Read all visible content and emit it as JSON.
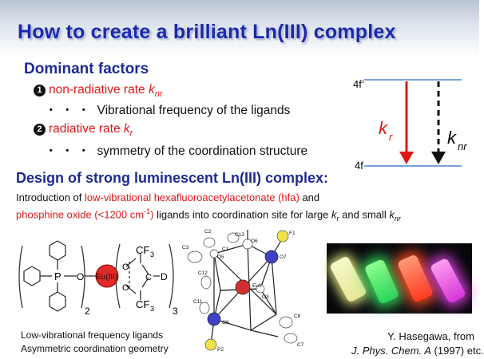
{
  "title": "How to create a brilliant Ln(III)  complex",
  "dominant": {
    "heading": "Dominant factors",
    "factor1": {
      "marker": "1",
      "label": "non-radiative rate ",
      "sym": "k",
      "sub": "nr",
      "dots": "・・・",
      "desc": "Vibrational frequency of the ligands"
    },
    "factor2": {
      "marker": "2",
      "label": "radiative rate ",
      "sym": "k",
      "sub": "r",
      "dots": "・・・",
      "desc": "symmetry of the coordination structure"
    }
  },
  "energy_diagram": {
    "upper_level": "4f’",
    "lower_level": "4f",
    "kr_sym": "k",
    "kr_sub": "r",
    "knr_sym": "k",
    "knr_sub": "nr",
    "colors": {
      "level_line": "#7a9fd8",
      "kr_arrow": "#e01616",
      "knr_arrow": "#111111"
    }
  },
  "design": {
    "heading": "Design of strong luminescent Ln(III) complex:",
    "l1_a": "Introduction of ",
    "l1_red": "low-vibrational hexafluoroacetylacetonate (hfa)",
    "l1_b": " and",
    "l2_red_a": "phosphine oxide (<1200 cm",
    "l2_red_sup": "-1",
    "l2_red_b": ")",
    "l2_b": " ligands into coordination site for large ",
    "l2_k1": "k",
    "l2_sub1": "r",
    "l2_c": " and small ",
    "l2_k2": "k",
    "l2_sub2": "nr"
  },
  "structure": {
    "p": "P",
    "o_link": "O",
    "eu": "Eu(III)",
    "cf3_top": "CF",
    "cf3_bot": "CF",
    "three": "3",
    "d": "D",
    "o1": "O",
    "o2": "O",
    "c": "C",
    "sub_2": "2",
    "sub_3": "3"
  },
  "crystal": {
    "labels": [
      "C3",
      "C2",
      "C1",
      "C13",
      "O6",
      "O5",
      "O7",
      "F1",
      "C12",
      "Eu1",
      "O3",
      "C11",
      "O8",
      "C8",
      "C7",
      "P2"
    ]
  },
  "captions": {
    "line1": "Low-vibrational frequency ligands",
    "line2": "Asymmetric coordination geometry"
  },
  "credit": {
    "line1": "Y. Hasegawa, from",
    "journal": "J. Phys. Chem. A",
    "year": " (1997) etc."
  },
  "colors": {
    "title": "#1a2aa8",
    "heading": "#1d2a95",
    "accent_red": "#e01616"
  }
}
